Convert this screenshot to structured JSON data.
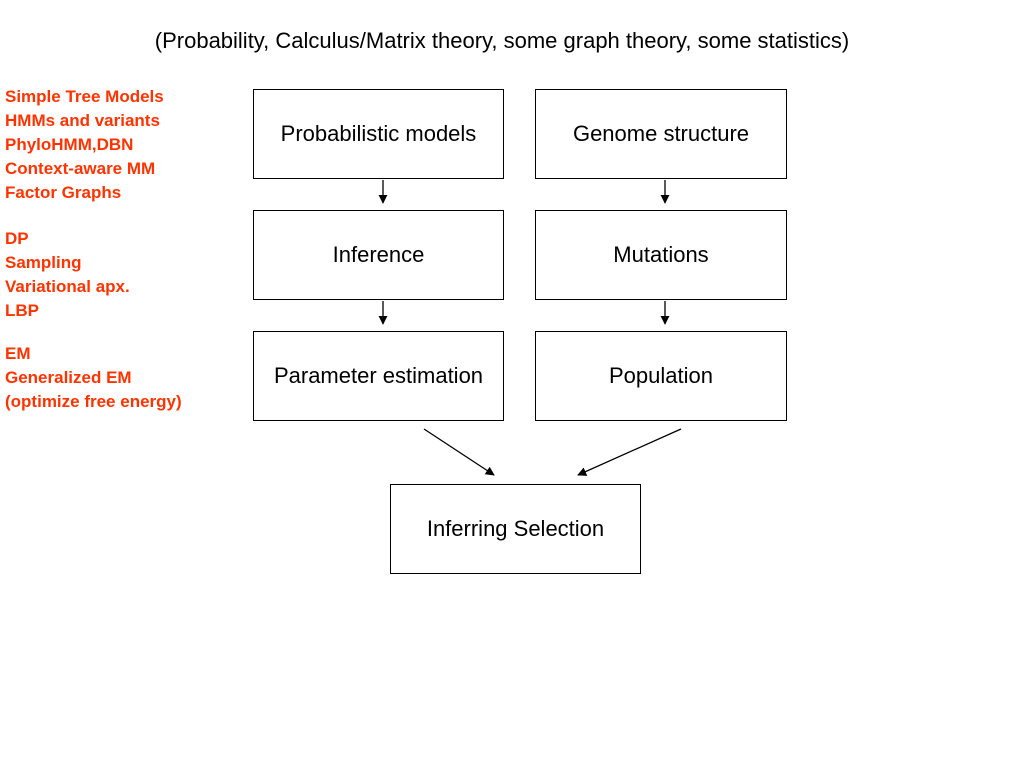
{
  "header": {
    "title": "(Probability, Calculus/Matrix theory, some graph theory, some statistics)"
  },
  "sidebar": {
    "color": "#ff3300",
    "groups": [
      {
        "items": [
          "Simple Tree Models",
          "HMMs and variants",
          "PhyloHMM,DBN",
          "Context-aware MM",
          "Factor Graphs"
        ]
      },
      {
        "items": [
          "DP",
          "Sampling",
          "Variational apx.",
          "LBP"
        ]
      },
      {
        "items": [
          "EM",
          "Generalized EM",
          "(optimize free energy)"
        ]
      }
    ]
  },
  "diagram": {
    "left_column": [
      "Probabilistic models",
      "Inference",
      "Parameter estimation"
    ],
    "right_column": [
      "Genome structure",
      "Mutations",
      "Population"
    ],
    "final": "Inferring Selection"
  }
}
